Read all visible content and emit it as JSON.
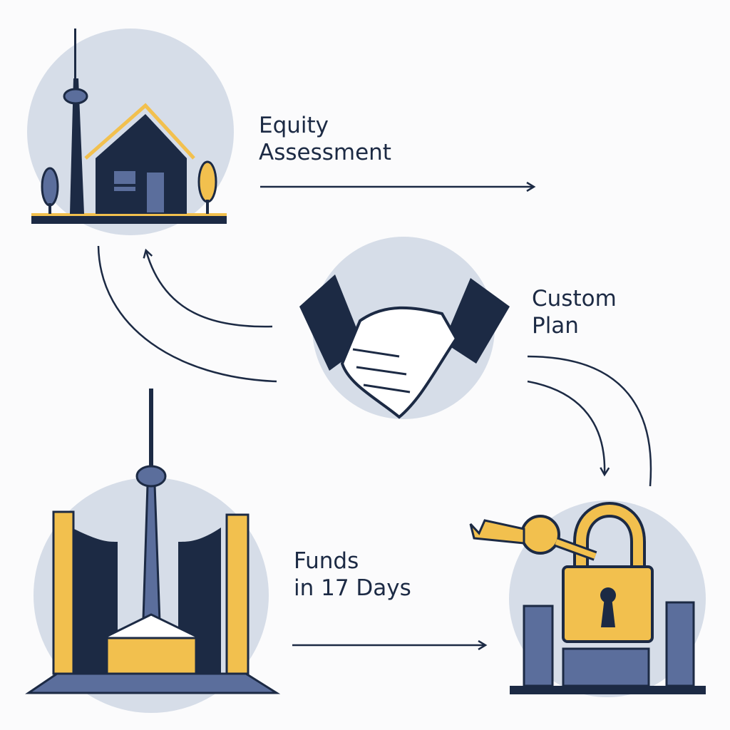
{
  "steps": [
    {
      "title_line1": "Equity",
      "title_line2": "Assessment",
      "icon": "house-with-tower-icon"
    },
    {
      "title_line1": "Custom",
      "title_line2": "Plan",
      "icon": "handshake-icon"
    },
    {
      "title_line1": "Funds",
      "title_line2": "in 17 Days",
      "icon": "city-hall-tower-icon"
    },
    {
      "icon": "key-padlock-city-icon"
    }
  ],
  "colors": {
    "navy": "#1c2a44",
    "circle": "#d6dde8",
    "gold": "#f2c04e",
    "blue": "#5b6e9c",
    "background": "#fbfbfc"
  }
}
